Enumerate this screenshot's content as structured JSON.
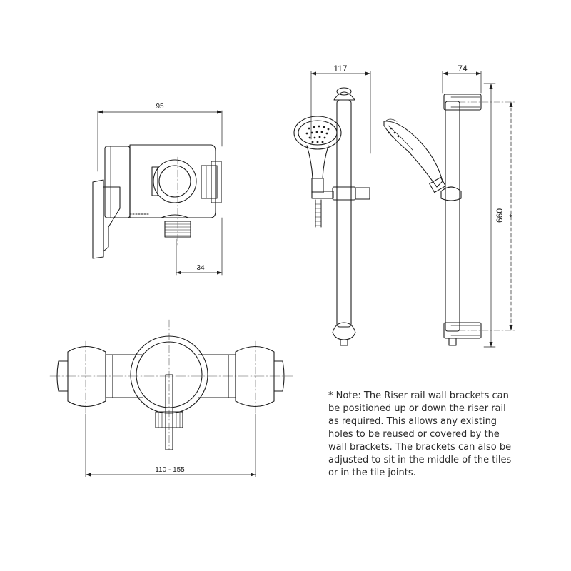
{
  "dimensions": {
    "valve_width": "95",
    "outlet_depth": "34",
    "valve_span": "110 - 155",
    "handset_width": "117",
    "rail_depth": "74",
    "rail_height": "660",
    "bracket_spacing": "*"
  },
  "note": {
    "lines": [
      "* Note: The Riser rail wall brackets can",
      "be positioned up or down the riser rail",
      "as required. This allows any existing",
      "holes to be reused or covered by the",
      "wall brackets. The brackets can also be",
      "adjusted to sit in the middle of the tiles",
      "or in the tile joints."
    ]
  },
  "colors": {
    "line": "#1e1e1e",
    "centerline": "#555555",
    "frame": "#3a3a3a"
  }
}
